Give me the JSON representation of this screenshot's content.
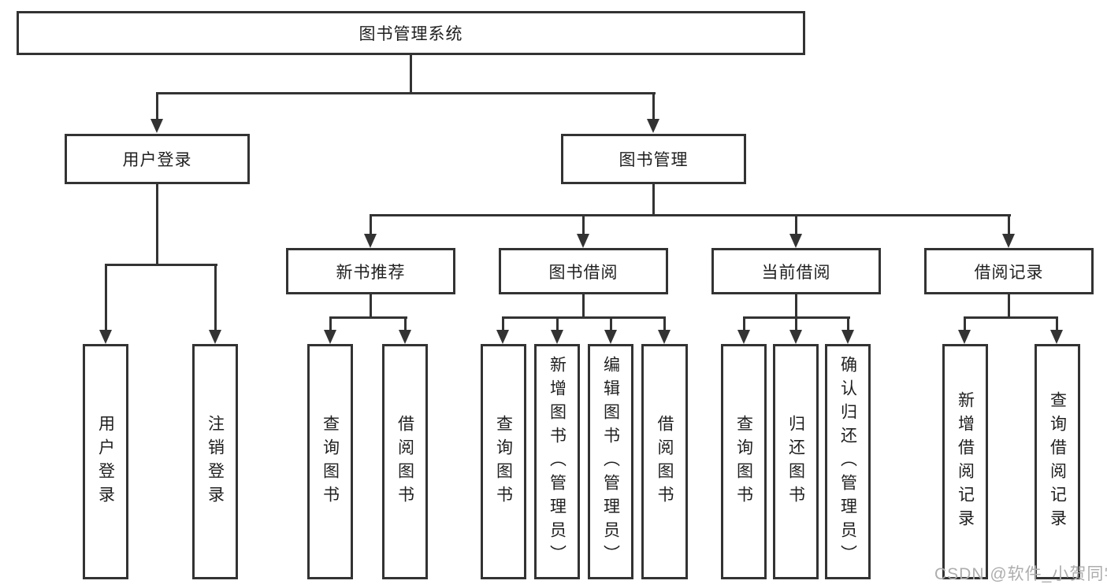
{
  "colors": {
    "line": "#333333",
    "text": "#1f1f1f",
    "background": "#ffffff",
    "watermark": "#adadad"
  },
  "nodes": {
    "root": "图书管理系统",
    "level2": [
      "用户登录",
      "图书管理"
    ],
    "level3": [
      "新书推荐",
      "图书借阅",
      "当前借阅",
      "借阅记录"
    ],
    "leaves": {
      "login": [
        "用户登录",
        "注销登录"
      ],
      "recommend": [
        "查询图书",
        "借阅图书"
      ],
      "borrow": [
        "查询图书",
        "新增图书（管理员）",
        "编辑图书（管理员）",
        "借阅图书"
      ],
      "current": [
        "查询图书",
        "归还图书",
        "确认归还（管理员）"
      ],
      "records": [
        "新增借阅记录",
        "查询借阅记录"
      ]
    }
  },
  "watermark": {
    "text": "CSDN @软件_小贺同学"
  }
}
